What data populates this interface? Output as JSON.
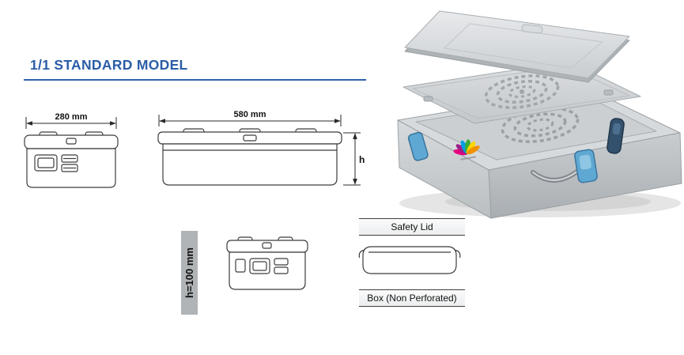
{
  "header": {
    "title": "1/1 STANDARD MODEL"
  },
  "dimensions": {
    "width": "280 mm",
    "length": "580 mm",
    "height_symbol": "h",
    "height_value": "h=100 mm"
  },
  "sections": {
    "safety_lid": "Safety Lid",
    "box": "Box (Non Perforated)"
  },
  "colors": {
    "accent_blue": "#2b5da6",
    "drawing_stroke": "#3c3c3c",
    "bar_gray": "#b0b4b7",
    "latch_blue": "#5fa8d3",
    "clamp_navy": "#33506c",
    "container_gray": "#c9cdd0"
  }
}
